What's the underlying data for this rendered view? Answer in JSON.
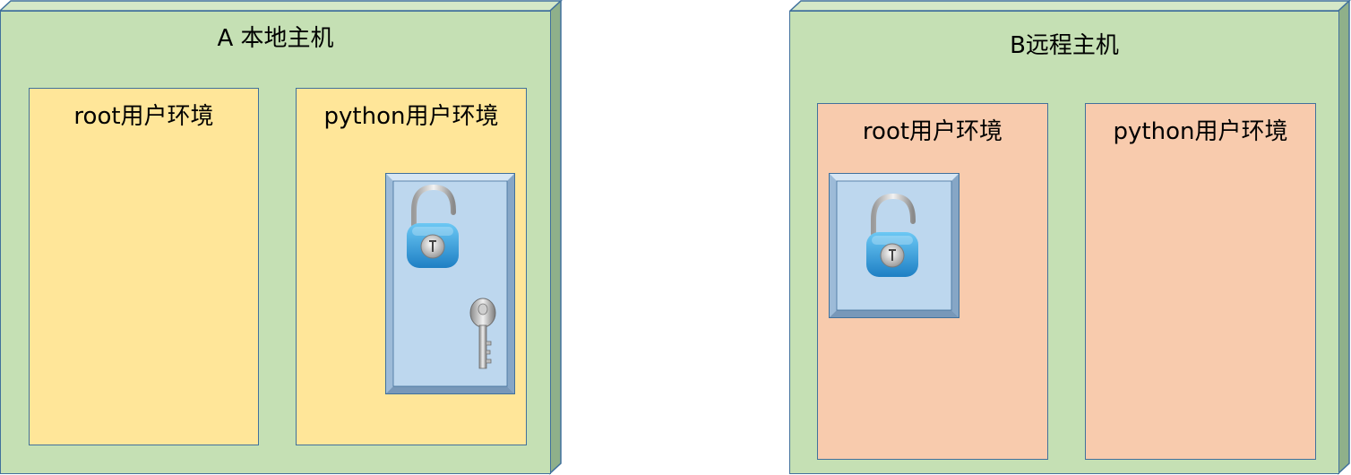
{
  "hosts": [
    {
      "title": "A 本地主机",
      "environments": [
        {
          "label": "root用户环境"
        },
        {
          "label": "python用户环境"
        }
      ]
    },
    {
      "title": "B远程主机",
      "environments": [
        {
          "label": "root用户环境"
        },
        {
          "label": "python用户环境"
        }
      ]
    }
  ],
  "colors": {
    "host_fill": "#c5e0b4",
    "host_side": "#8fb08a",
    "local_env_fill": "#ffe699",
    "remote_env_fill": "#f8cbad",
    "safe_fill": "#bdd7ee",
    "border": "#41719c",
    "lock_body": "#3aa6e6"
  },
  "icons": {
    "local_safe": [
      "open-padlock-icon",
      "key-icon"
    ],
    "remote_safe": [
      "open-padlock-icon"
    ]
  }
}
